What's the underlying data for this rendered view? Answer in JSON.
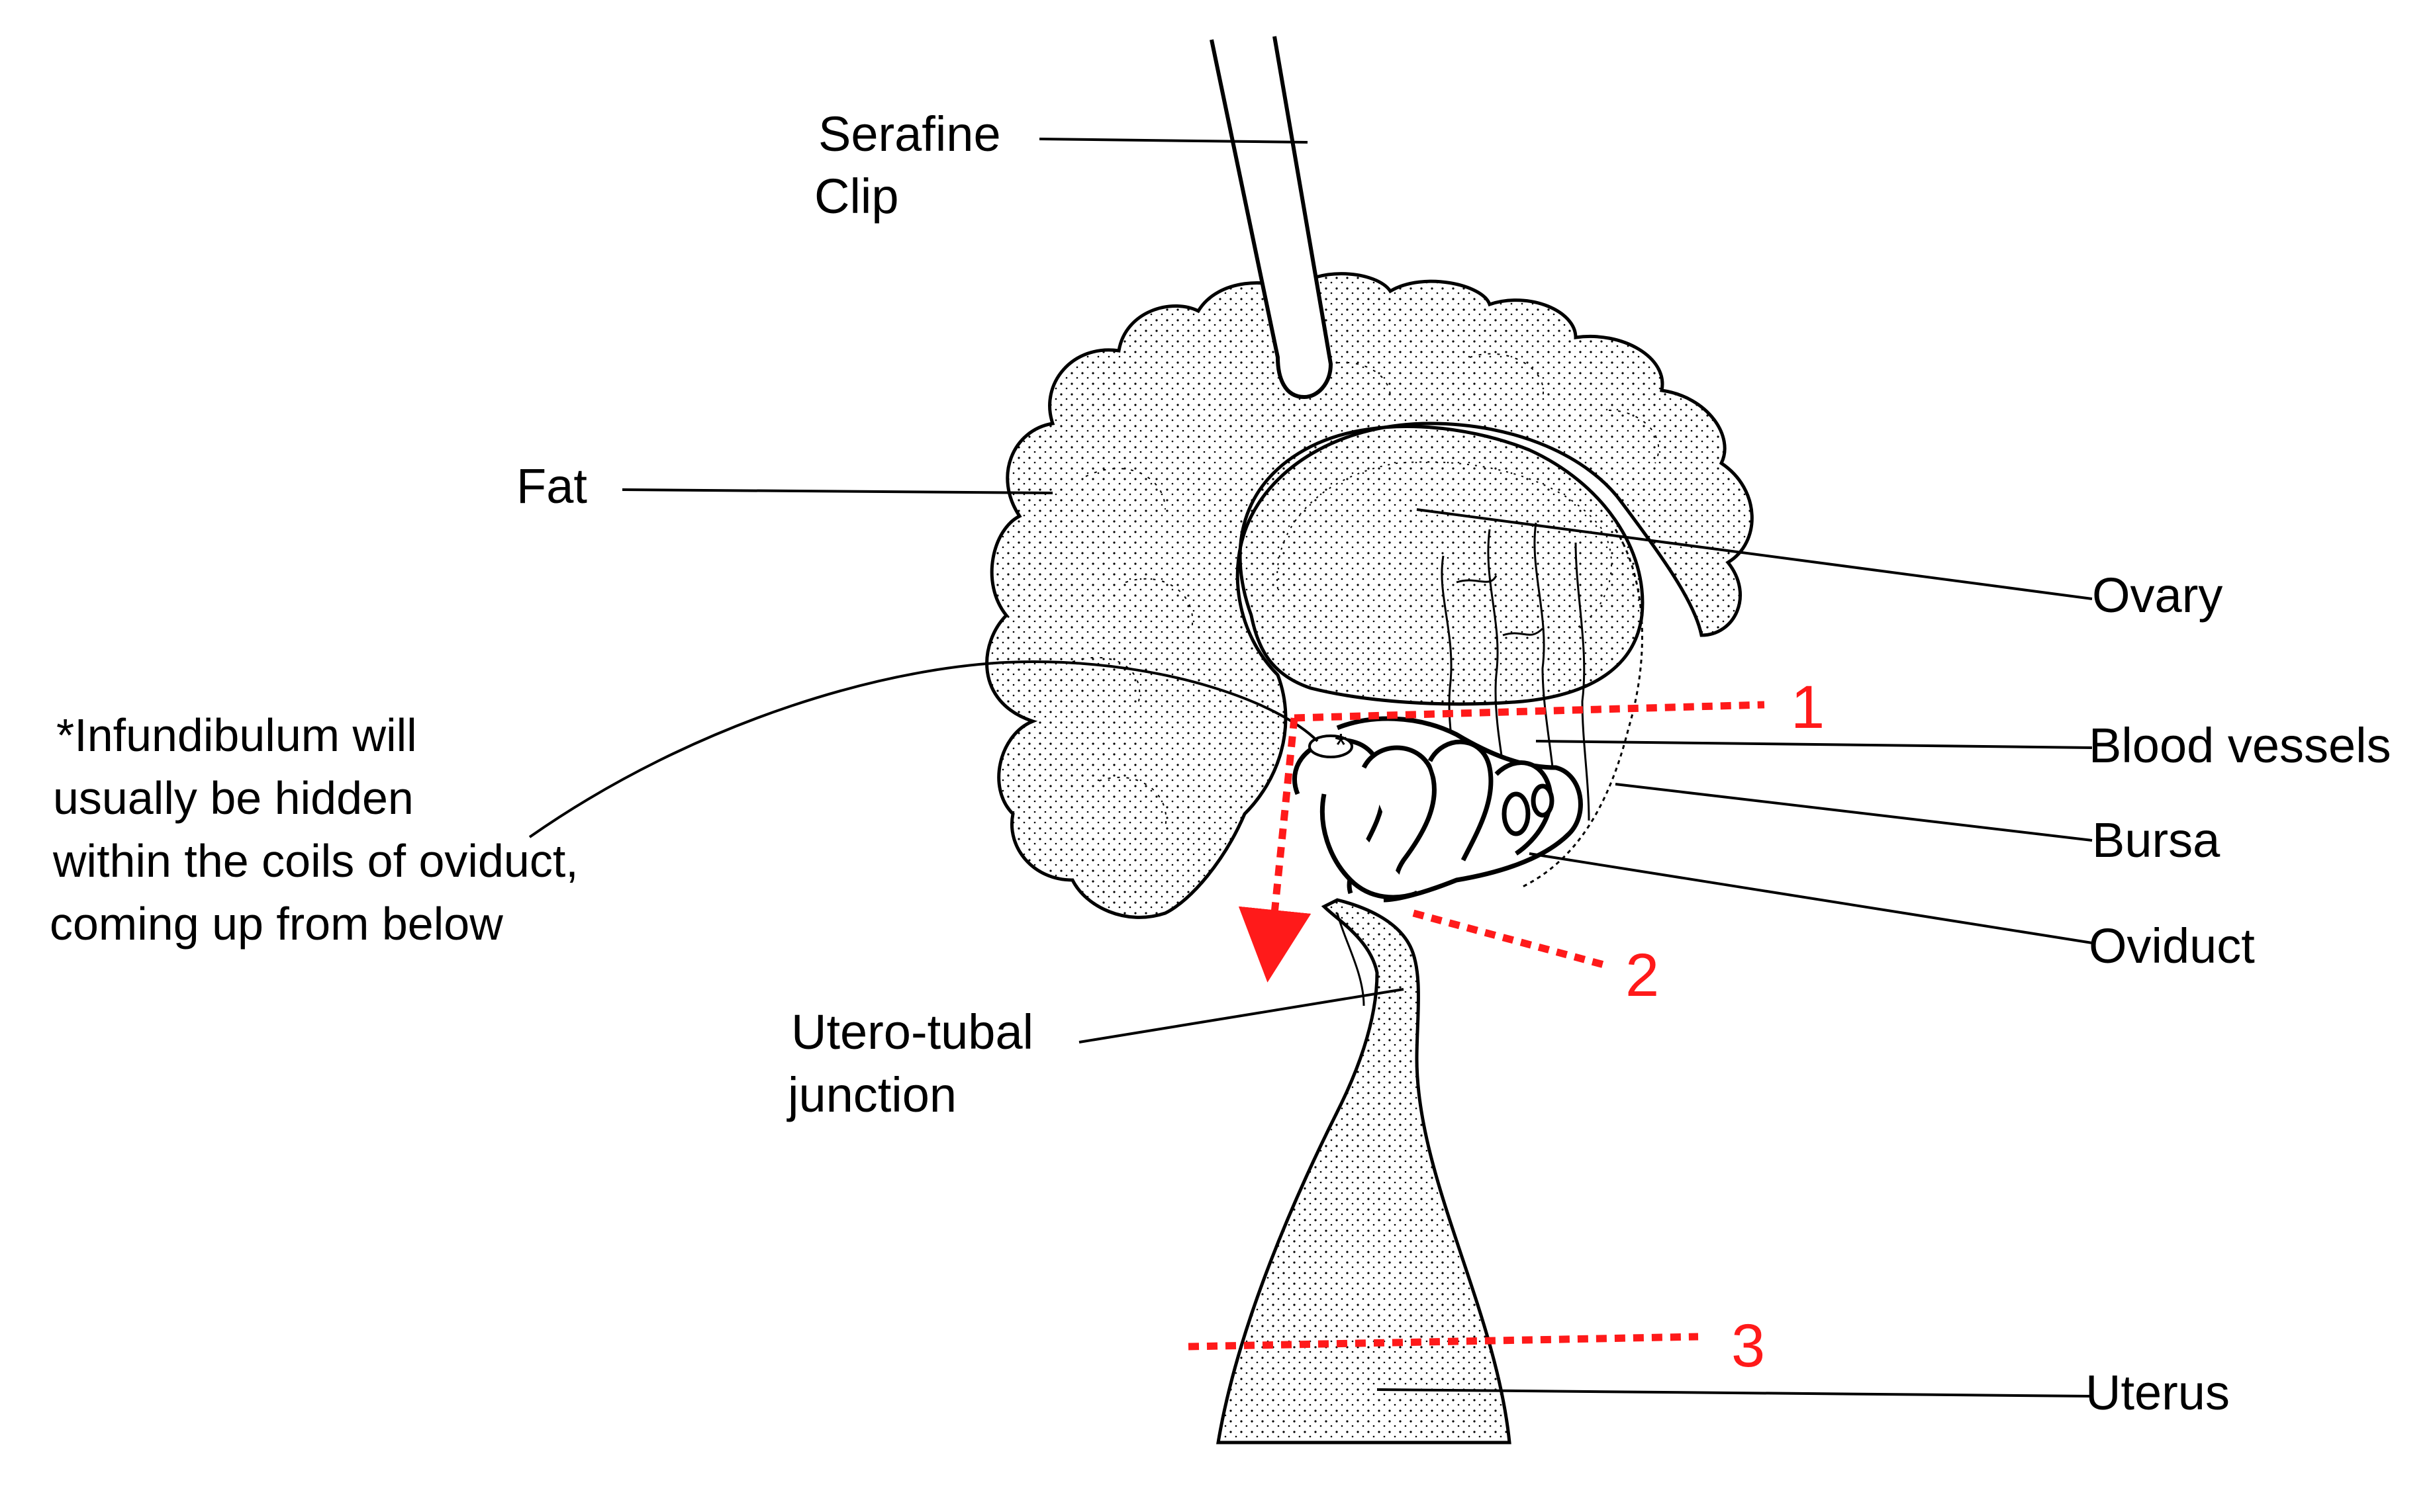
{
  "labels": {
    "serafine": "Serafine",
    "clip": "Clip",
    "fat": "Fat",
    "ovary": "Ovary",
    "blood_vessels": "Blood vessels",
    "bursa": "Bursa",
    "oviduct": "Oviduct",
    "utero_tubal": "Utero-tubal",
    "junction": "junction",
    "uterus": "Uterus"
  },
  "note": {
    "line1": "*Infundibulum will",
    "line2": "usually be hidden",
    "line3": "within the coils of oviduct,",
    "line4": "coming up from below"
  },
  "asterisk": "*",
  "cut_markers": {
    "one": "1",
    "two": "2",
    "three": "3"
  },
  "colors": {
    "ink": "#000000",
    "marker": "#ff1a1a"
  }
}
